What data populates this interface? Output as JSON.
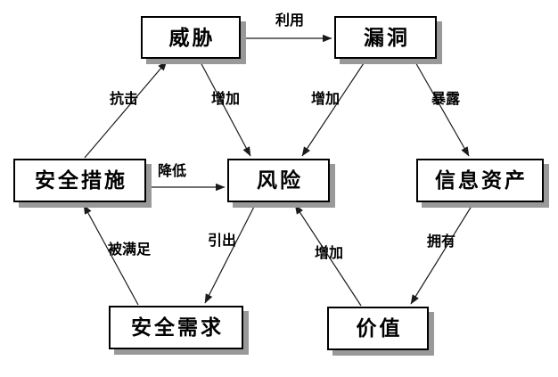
{
  "colors": {
    "background": "#ffffff",
    "box_fill": "#ffffff",
    "box_border": "#000000",
    "box_shadow": "#999999",
    "line": "#1a1a1a",
    "text": "#000000"
  },
  "nodes": {
    "threat": {
      "label": "威胁"
    },
    "vulnerability": {
      "label": "漏洞"
    },
    "security_measures": {
      "label": "安全措施"
    },
    "risk": {
      "label": "风险"
    },
    "info_assets": {
      "label": "信息资产"
    },
    "security_requirements": {
      "label": "安全需求"
    },
    "value": {
      "label": "价值"
    }
  },
  "edges": {
    "exploit": {
      "label": "利用",
      "from": "threat",
      "to": "vulnerability"
    },
    "resist": {
      "label": "抗击",
      "from": "security_measures",
      "to": "threat"
    },
    "increase_threat": {
      "label": "增加",
      "from": "threat",
      "to": "risk"
    },
    "increase_vuln": {
      "label": "增加",
      "from": "vulnerability",
      "to": "risk"
    },
    "expose": {
      "label": "暴露",
      "from": "vulnerability",
      "to": "info_assets"
    },
    "reduce": {
      "label": "降低",
      "from": "security_measures",
      "to": "risk"
    },
    "satisfied": {
      "label": "被满足",
      "from": "security_requirements",
      "to": "security_measures"
    },
    "lead_to": {
      "label": "引出",
      "from": "risk",
      "to": "security_requirements"
    },
    "increase_value": {
      "label": "增加",
      "from": "value",
      "to": "risk"
    },
    "own": {
      "label": "拥有",
      "from": "info_assets",
      "to": "value"
    }
  }
}
